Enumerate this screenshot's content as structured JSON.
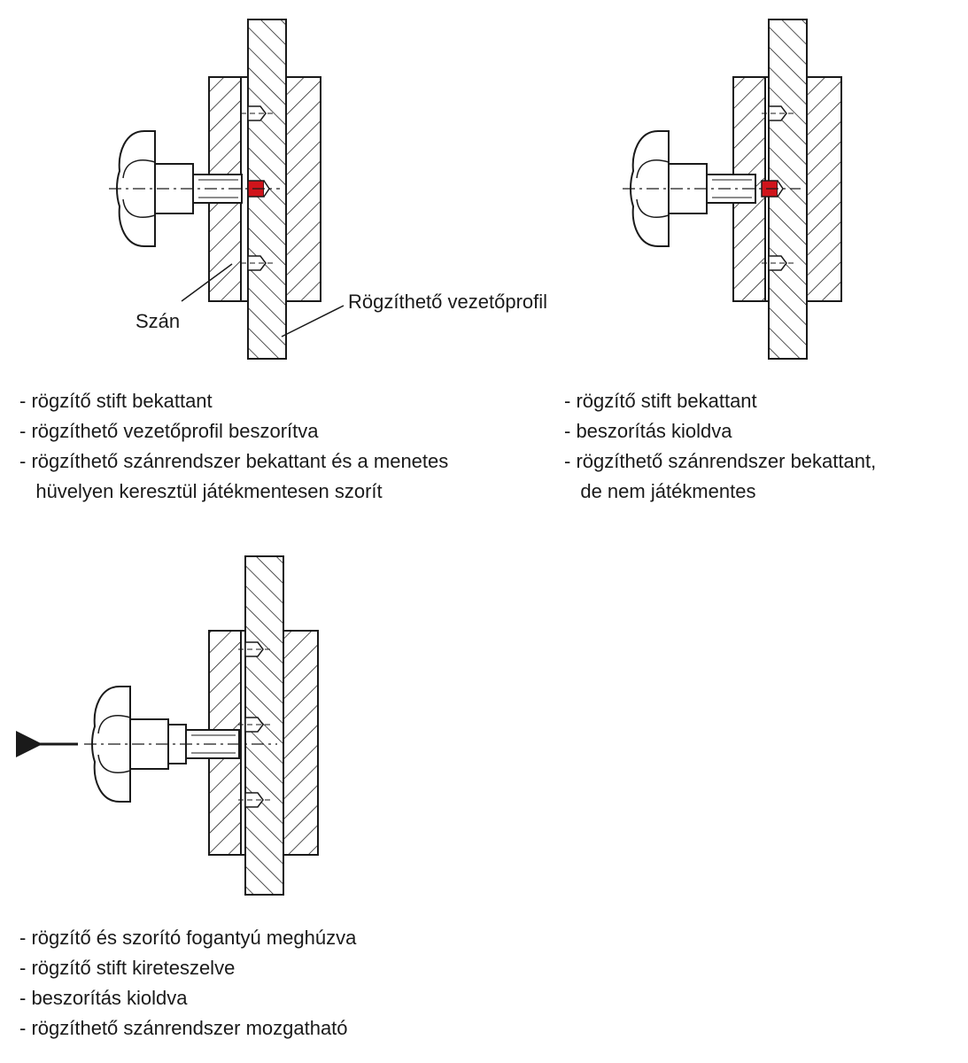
{
  "labels": {
    "slide": "Szán",
    "profile": "Rögzíthető vezetőprofil"
  },
  "states": [
    {
      "items": [
        "- rögzítő stift bekattant",
        "- rögzíthető vezetőprofil beszorítva",
        "- rögzíthető szánrendszer bekattant és a menetes",
        "   hüvelyen keresztül játékmentesen szorít"
      ]
    },
    {
      "items": [
        "- rögzítő stift bekattant",
        "- beszorítás kioldva",
        "- rögzíthető szánrendszer bekattant,",
        "   de nem játékmentes"
      ]
    },
    {
      "items": [
        "- rögzítő és szorító fogantyú meghúzva",
        "- rögzítő stift kireteszelve",
        "- beszorítás kioldva",
        "- rögzíthető szánrendszer mozgatható"
      ]
    }
  ],
  "colors": {
    "pin": "#d0141b",
    "line": "#1a1a1a"
  }
}
